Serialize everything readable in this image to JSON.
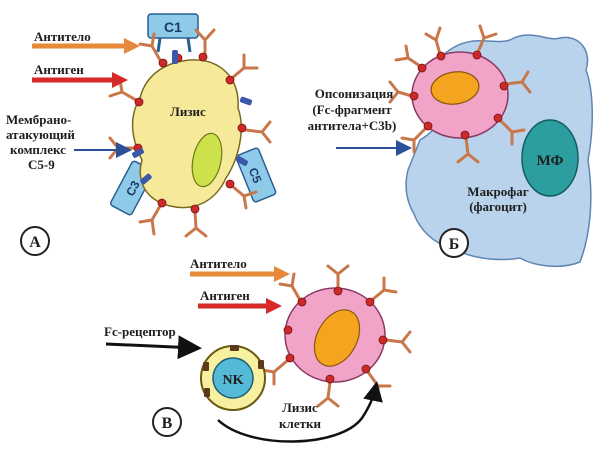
{
  "panel_a": {
    "antibody_label": "Антитело",
    "antigen_label": "Антиген",
    "mac_label": [
      "Мембрано-",
      "атакующий",
      "комплекс",
      "С5-9"
    ],
    "lysis_label": "Лизис",
    "c1_label": "С1",
    "c3_label": "С3",
    "c5_label": "С5",
    "marker": "А"
  },
  "panel_b": {
    "opsonization_label": [
      "Опсонизация",
      "(Fc-фрагмент",
      "антитела+С3b)"
    ],
    "mf_label": "МФ",
    "macrophage_label": [
      "Макрофаг",
      "(фагоцит)"
    ],
    "marker": "Б"
  },
  "panel_c": {
    "antibody_label": "Антитело",
    "antigen_label": "Антиген",
    "fc_receptor_label": "Fc-рецептор",
    "nk_label": "NK",
    "cell_lysis_label": [
      "Лизис",
      "клетки"
    ],
    "marker": "В"
  },
  "colors": {
    "antibody": "#c9774a",
    "antigen": "#cc2a2a",
    "arrow_antibody": "#e8883a",
    "arrow_antigen": "#d62a2a",
    "target_cell": "#f6ea9a",
    "target_nucleus": "#cde24a",
    "pink_cell": "#f1a3c8",
    "orange_nucleus": "#f4a41e",
    "macrophage": "#b9d3ec",
    "mf_nucleus": "#2c9ea0",
    "complement": "#8fcbe8"
  }
}
